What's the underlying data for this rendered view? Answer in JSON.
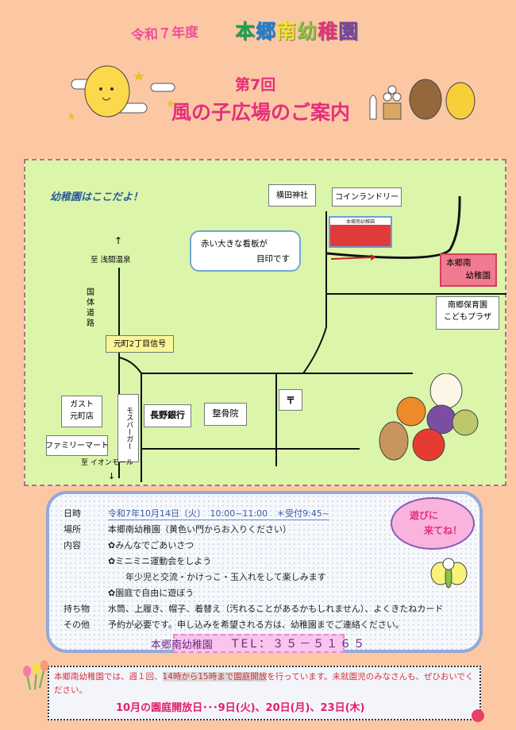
{
  "header": {
    "year": "令和７年度",
    "school_chars": [
      {
        "c": "本",
        "color": "#1aa34a"
      },
      {
        "c": "郷",
        "color": "#1b7fd6"
      },
      {
        "c": "南",
        "color": "#f2e21e"
      },
      {
        "c": "幼",
        "color": "#8cc63e"
      },
      {
        "c": "稚",
        "color": "#e6317b"
      },
      {
        "c": "園",
        "color": "#7b3fa0"
      }
    ],
    "edition": "第7回",
    "title": "風の子広場のご案内"
  },
  "map": {
    "heading": "幼稚園はここだよ！",
    "callout": [
      "赤い大きな看板が",
      "目印です"
    ],
    "signboard": "本郷南幼稚園",
    "labels": {
      "shrine": "横田神社",
      "laundry": "コインランドリー",
      "school": [
        "本郷南",
        "幼稚園"
      ],
      "nursery": [
        "南郷保育園",
        "こどもプラザ"
      ],
      "to_north": "至 浅間温泉",
      "road": "国体道路",
      "signal": "元町2丁目信号",
      "gusto": [
        "ガスト",
        "元町店"
      ],
      "mos": "モスバーガー",
      "bank": "長野銀行",
      "clinic": "整骨院",
      "post": "〒",
      "famima": "ファミリーマート",
      "to_south": "至 イオンモール"
    }
  },
  "info": {
    "rows": [
      {
        "label": "日時",
        "value": "令和7年10月14日（火）　10:00~11:00　＊受付9:45~"
      },
      {
        "label": "場所",
        "value": "本郷南幼稚園（黄色い門からお入りください）"
      },
      {
        "label": "内容",
        "value": "✿みんなでごあいさつ"
      },
      {
        "label": "",
        "value": "✿ミニミニ運動会をしよう"
      },
      {
        "label": "",
        "value": "　　年少児と交流・かけっこ・玉入れをして楽しみます"
      },
      {
        "label": "",
        "value": "✿園庭で自由に遊ぼう"
      },
      {
        "label": "持ち物",
        "value": "水筒、上履き、帽子、着替え（汚れることがあるかもしれません）、よくきたねカード"
      },
      {
        "label": "その他",
        "value": "予約が必要です。申し込みを希望される方は、幼稚園までご連絡ください。"
      }
    ],
    "tel_name": "本郷南幼稚園",
    "tel": "TEL：３５－５１６５",
    "bubble": [
      "遊びに",
      "来てね！"
    ]
  },
  "footer": {
    "text_pre": "本郷南幼稚園では、週１回、",
    "text_hl": "14時から15時まで園庭開放",
    "text_post": "を行っています。未就園児のみなさんも、ぜひおいでください。",
    "dates": "10月の園庭開放日･･･9日(火)、20日(月)、23日(木)"
  }
}
